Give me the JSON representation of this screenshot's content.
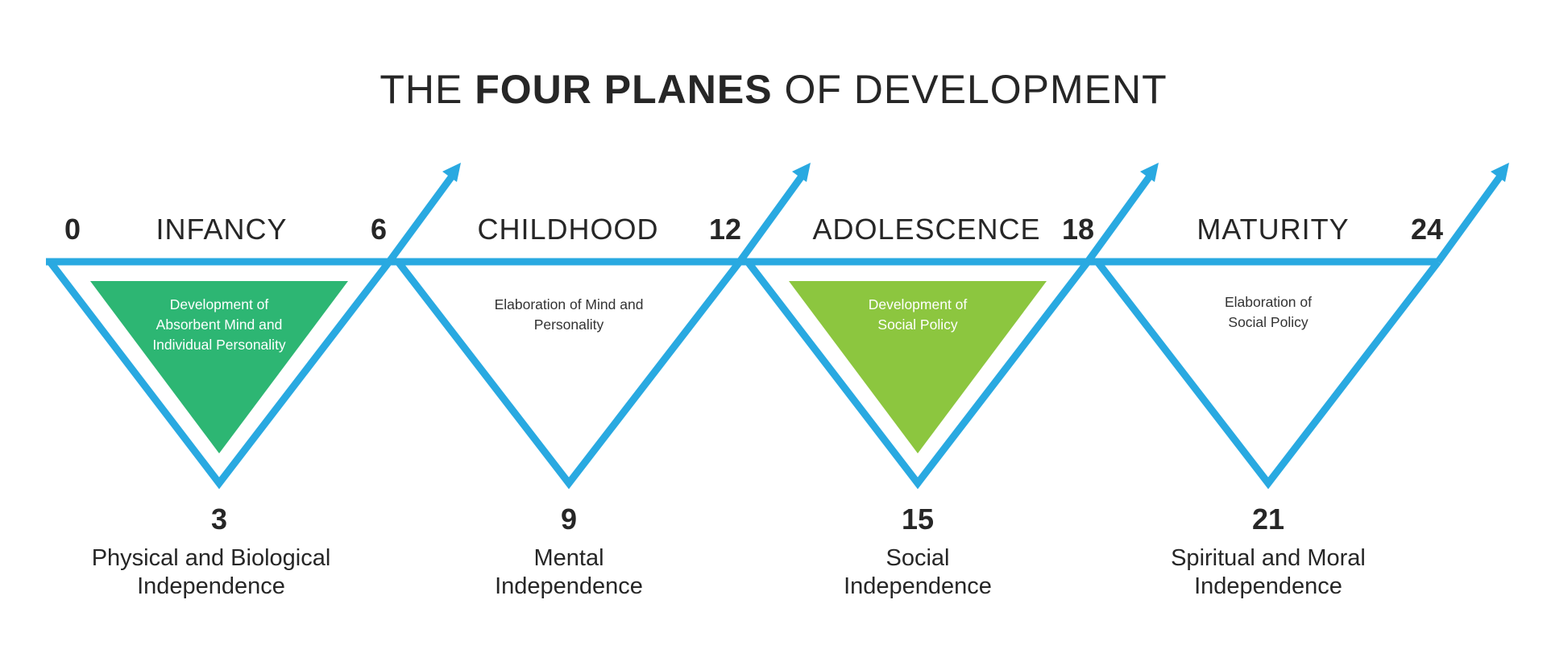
{
  "title": {
    "prefix": "THE ",
    "bold": "FOUR PLANES",
    "suffix": " OF DEVELOPMENT"
  },
  "colors": {
    "line": "#29a9e1",
    "infancy_fill": "#2db673",
    "adolescence_fill": "#8cc63f",
    "text": "#262626"
  },
  "planes": [
    {
      "name": "INFANCY",
      "start_age": "0",
      "end_age": "6",
      "mid_age": "3",
      "inner_text": "Development of Absorbent Mind and Individual Personality",
      "filled": true,
      "independence": "Physical and Biological Independence"
    },
    {
      "name": "CHILDHOOD",
      "start_age": "6",
      "end_age": "12",
      "mid_age": "9",
      "inner_text": "Elaboration of Mind and Personality",
      "filled": false,
      "independence": "Mental Independence"
    },
    {
      "name": "ADOLESCENCE",
      "start_age": "12",
      "end_age": "18",
      "mid_age": "15",
      "inner_text": "Development of Social Policy",
      "filled": true,
      "independence": "Social Independence"
    },
    {
      "name": "MATURITY",
      "start_age": "18",
      "end_age": "24",
      "mid_age": "21",
      "inner_text": "Elaboration of Social Policy",
      "filled": false,
      "independence": "Spiritual and Moral Independence"
    }
  ],
  "icons": {
    "arrow": "up-right-arrow-icon",
    "triangle": "inverted-triangle-icon"
  }
}
